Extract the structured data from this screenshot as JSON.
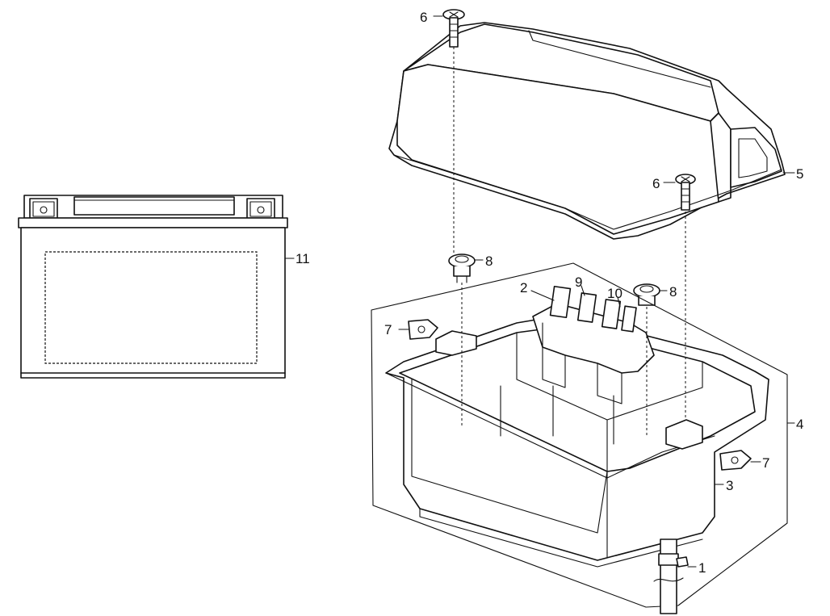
{
  "diagram": {
    "callouts": {
      "p1": "1",
      "p2": "2",
      "p3": "3",
      "p4": "4",
      "p5": "5",
      "p6_top": "6",
      "p6_right": "6",
      "p7_left": "7",
      "p7_right": "7",
      "p8_left": "8",
      "p8_right": "8",
      "p9": "9",
      "p10": "10",
      "p11": "11"
    }
  }
}
